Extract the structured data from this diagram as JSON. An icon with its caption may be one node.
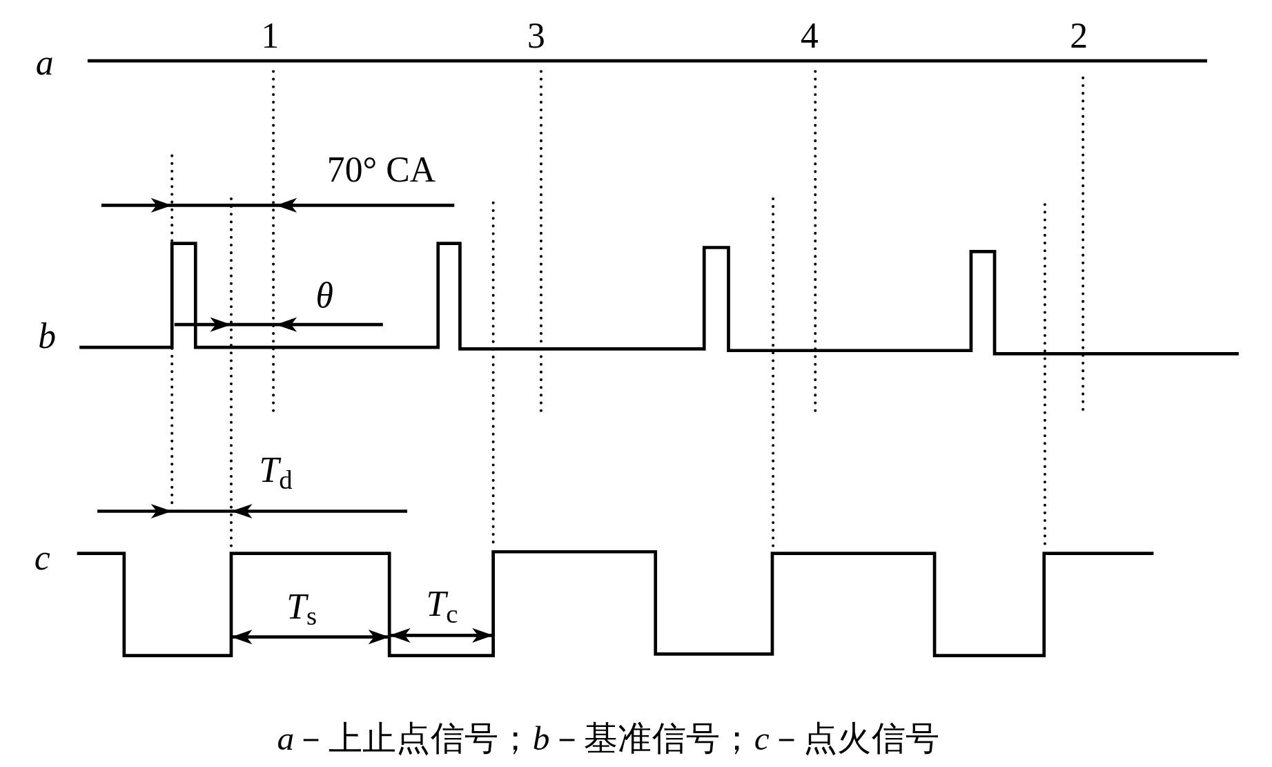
{
  "diagram": {
    "caption": "*a*－上止点信号；*b*－基准信号；*c*－点火信号",
    "labels": [
      "a",
      "1",
      "3",
      "4",
      "2",
      "70° CA",
      "b",
      "θ",
      "*T*$_{d}$",
      "c",
      "*T*$_{s}$",
      "*T*$_{c}$"
    ]
  }
}
